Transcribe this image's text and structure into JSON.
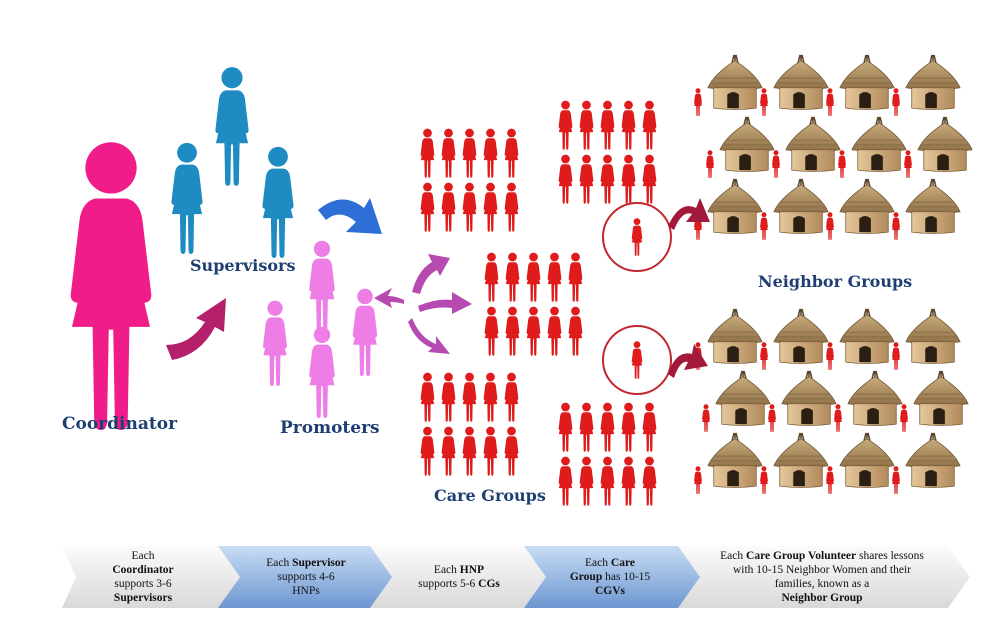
{
  "labels": {
    "coordinator": "Coordinator",
    "supervisors": "Supervisors",
    "promoters": "Promoters",
    "care_groups": "Care Groups",
    "neighbor_groups": "Neighbor Groups"
  },
  "steps": [
    {
      "pre": "Each",
      "b1": "Coordinator",
      "mid": "supports 3-6",
      "b2": "Supervisors"
    },
    {
      "pre": "Each",
      "b1": "Supervisor",
      "mid": "supports 4-6",
      "post": "HNPs"
    },
    {
      "pre": "Each",
      "b1": "HNP",
      "mid": "supports 5-6",
      "b2": "CGs"
    },
    {
      "pre": "Each",
      "b1": "Care",
      "b2": "Group",
      "mid": "has 10-15",
      "b3": "CGVs"
    },
    {
      "pre": "Each",
      "b1": "Care Group Volunteer",
      "mid": "shares lessons with 10-15 Neighbor Women and their families, known as a",
      "b2": "Neighbor Group"
    }
  ],
  "colors": {
    "coordinator": "#ef1c89",
    "supervisor": "#1e8bc3",
    "promoter": "#ee7ee6",
    "volunteer": "#e01b1b",
    "label_text": "#1f3f73",
    "hut_roof": "#a98a5c",
    "arrow_blue": "#2d6fd6",
    "arrow_purple": "#b64ab0",
    "arrow_maroon": "#a3193b"
  }
}
